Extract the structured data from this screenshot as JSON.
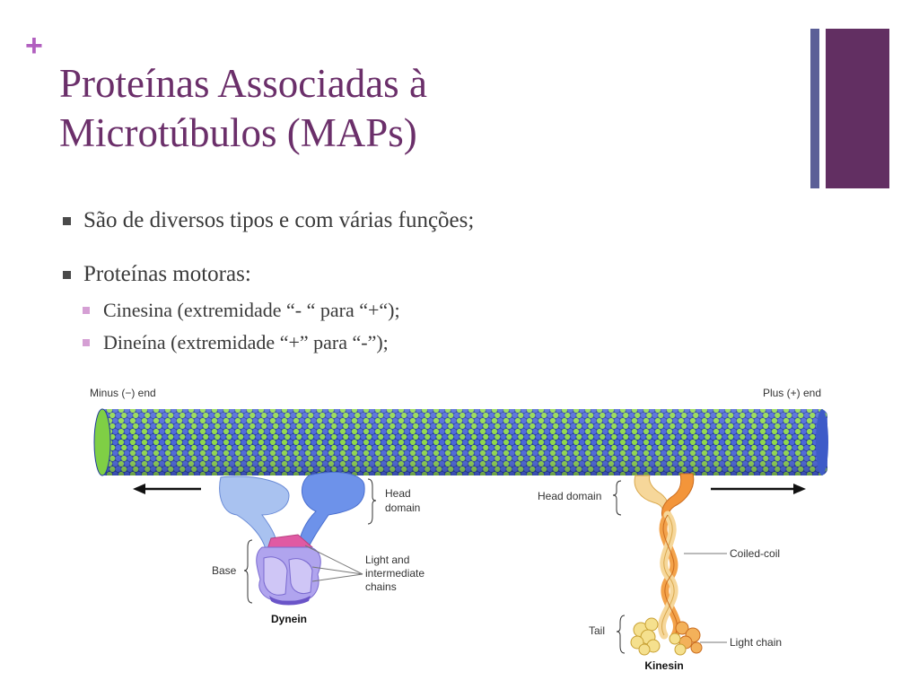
{
  "slide": {
    "title_line1": "Proteínas Associadas à",
    "title_line2": "Microtúbulos (MAPs)",
    "bullets": [
      {
        "text": "São de diversos tipos e com várias funções;"
      },
      {
        "text": "Proteínas motoras:",
        "sub": [
          "Cinesina (extremidade “- “ para “+“);",
          "Dineína (extremidade “+” para “-”);"
        ]
      }
    ]
  },
  "diagram": {
    "minus_end": "Minus (−) end",
    "plus_end": "Plus (+) end",
    "dynein": {
      "name": "Dynein",
      "head_domain_line1": "Head",
      "head_domain_line2": "domain",
      "base": "Base",
      "chains_line1": "Light and",
      "chains_line2": "intermediate",
      "chains_line3": "chains"
    },
    "kinesin": {
      "name": "Kinesin",
      "head_domain": "Head domain",
      "coiled_coil": "Coiled-coil",
      "tail": "Tail",
      "light_chain": "Light chain"
    }
  },
  "colors": {
    "title": "#6b2f6a",
    "accent_plus": "#b15fbf",
    "deco_thin": "#5b5f97",
    "deco_thick": "#622f62",
    "tubulin_alpha": "#4a66d8",
    "tubulin_beta": "#8fd84a"
  }
}
